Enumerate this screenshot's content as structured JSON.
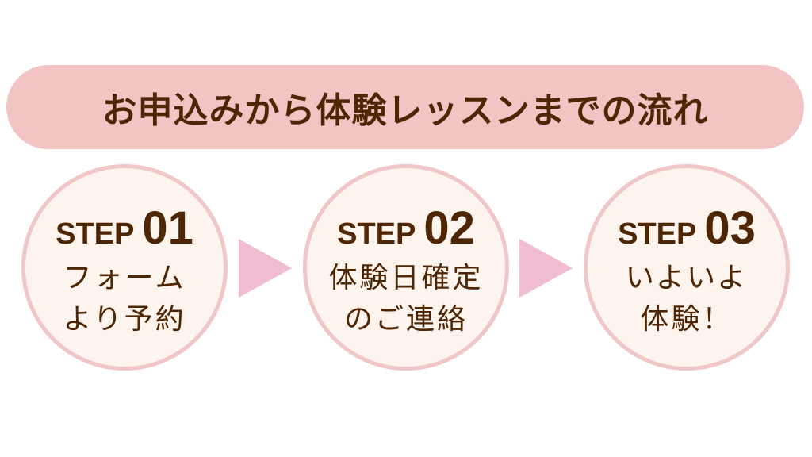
{
  "title": "お申込みから体験レッスンまでの流れ",
  "steps": [
    {
      "label": "STEP",
      "number": "01",
      "line1": "フォーム",
      "line2": "より予約"
    },
    {
      "label": "STEP",
      "number": "02",
      "line1": "体験日確定",
      "line2": "のご連絡"
    },
    {
      "label": "STEP",
      "number": "03",
      "line1": "いよいよ",
      "line2": "体験！"
    }
  ],
  "colors": {
    "banner": "#f2c4c4",
    "circle_fill": "#fdf4ee",
    "circle_border": "#f0c6c6",
    "arrow": "#f0bcd2",
    "text": "#4e2604"
  }
}
